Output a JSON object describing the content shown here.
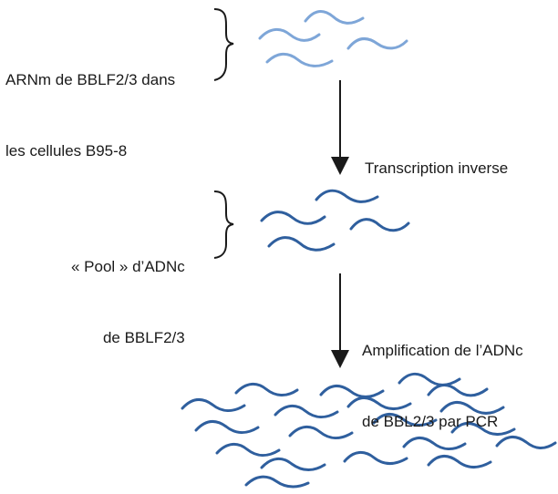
{
  "stages": {
    "mrna": {
      "line1": "ARNm de BBLF2/3 dans",
      "line2": "les cellules B95-8",
      "color": "#7EA6D8"
    },
    "cdna_pool": {
      "line1": "« Pool » d’ADNc",
      "line2": "de BBLF2/3",
      "color": "#2F5F9E"
    },
    "amplified": {
      "color": "#2F5F9E"
    }
  },
  "steps": {
    "reverse_transcription": {
      "line1": "Transcription inverse"
    },
    "pcr": {
      "line1": "Amplification de l’ADNc",
      "line2": "de BBL2/3 par PCR"
    }
  },
  "icons": {
    "brace": "curly-brace",
    "arrow": "down-arrow",
    "strand": "wavy-strand"
  }
}
